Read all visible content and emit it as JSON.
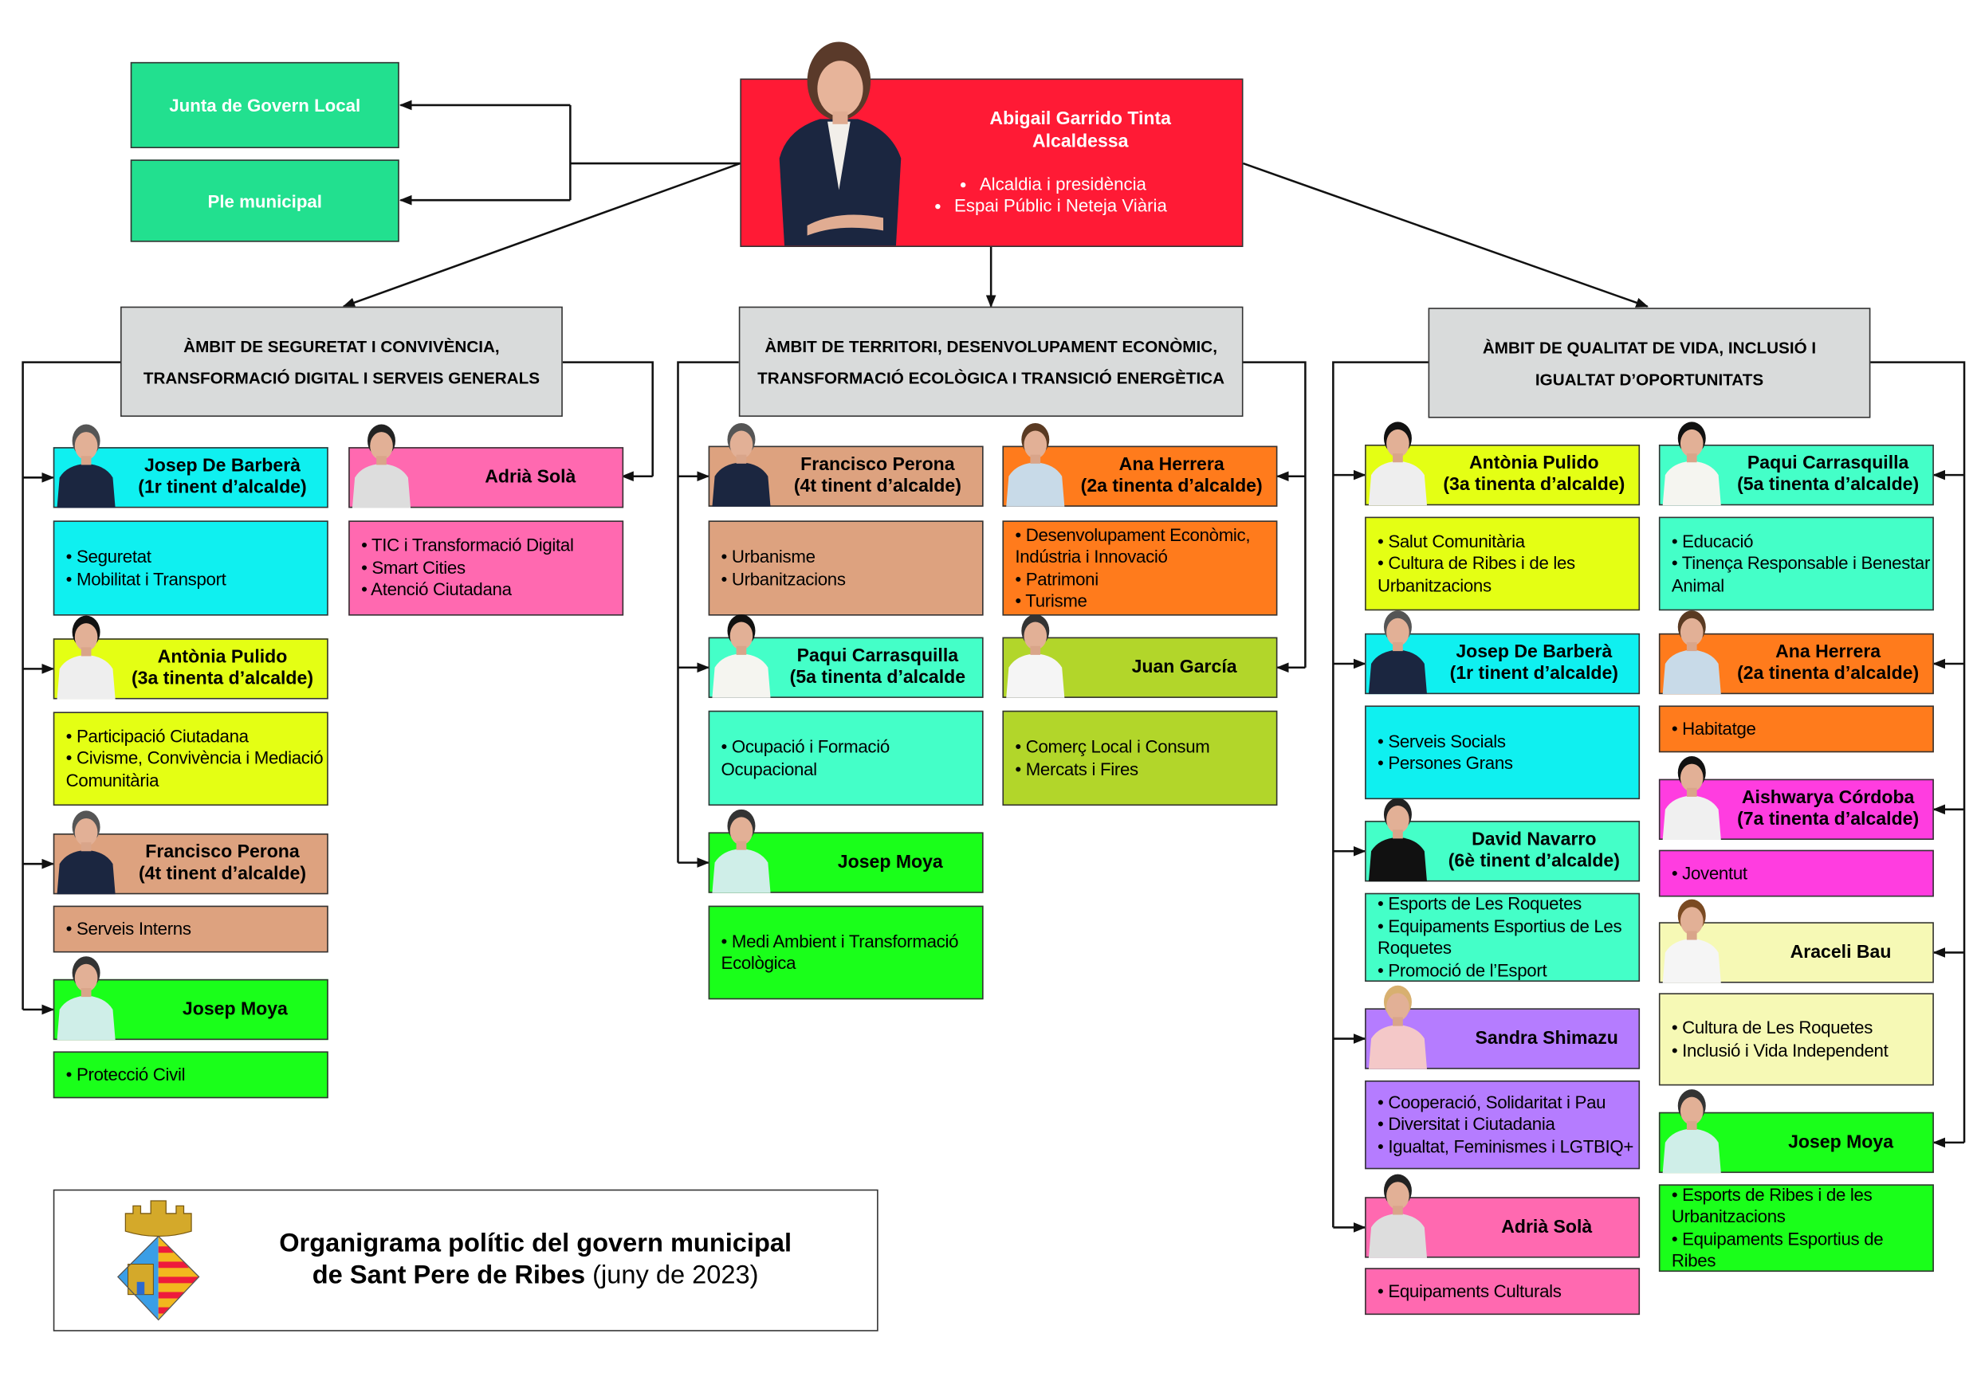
{
  "governance": {
    "junta": "Junta de Govern Local",
    "ple": "Ple municipal"
  },
  "mayor": {
    "name": "Abigail Garrido Tinta",
    "title": "Alcaldessa",
    "duties": [
      "Alcaldia i presidència",
      "Espai Públic i Neteja Viària"
    ]
  },
  "colors": {
    "red": "#ff1a35",
    "cyan": "#0ff0f0",
    "pink": "#ff69b0",
    "yellow": "#e4ff14",
    "tan": "#dda27f",
    "green": "#1aff1a",
    "orange": "#ff7b1c",
    "aqua": "#44ffc8",
    "olive": "#b2d62a",
    "magenta": "#ff3de0",
    "purple": "#b57cff",
    "paleyellow": "#f6f9b5",
    "gray": "#d9dbdb",
    "govgreen": "#22e08f"
  },
  "areas": [
    {
      "title_lines": [
        "ÀMBIT DE SEGURETAT I CONVIVÈNCIA,",
        "TRANSFORMACIÓ DIGITAL I SERVEIS GENERALS"
      ],
      "members": [
        {
          "name": "Josep De Barberà",
          "role": "(1r tinent d’alcalde)",
          "duties": [
            "• Seguretat",
            "• Mobilitat i Transport"
          ]
        },
        {
          "name": "Adrià Solà",
          "role": "",
          "duties": [
            "• TIC i Transformació Digital",
            "• Smart Cities",
            "• Atenció Ciutadana"
          ]
        },
        {
          "name": "Antònia Pulido",
          "role": "(3a tinenta d’alcalde)",
          "duties": [
            "• Participació Ciutadana",
            "• Civisme, Convivència i Mediació Comunitària"
          ]
        },
        {
          "name": "Francisco Perona",
          "role": "(4t tinent d’alcalde)",
          "duties": [
            "• Serveis Interns"
          ]
        },
        {
          "name": "Josep Moya",
          "role": "",
          "duties": [
            "• Protecció Civil"
          ]
        }
      ]
    },
    {
      "title_lines": [
        "ÀMBIT DE TERRITORI, DESENVOLUPAMENT ECONÒMIC,",
        "TRANSFORMACIÓ ECOLÒGICA I TRANSICIÓ ENERGÈTICA"
      ],
      "members": [
        {
          "name": "Francisco Perona",
          "role": "(4t tinent d’alcalde)",
          "duties": [
            "• Urbanisme",
            "• Urbanitzacions"
          ]
        },
        {
          "name": "Ana Herrera",
          "role": "(2a tinenta d’alcalde)",
          "duties": [
            "• Desenvolupament Econòmic, Indústria i Innovació",
            "• Patrimoni",
            "• Turisme"
          ]
        },
        {
          "name": "Paqui Carrasquilla",
          "role": "(5a tinenta d’alcalde",
          "duties": [
            "• Ocupació i Formació Ocupacional"
          ]
        },
        {
          "name": "Juan García",
          "role": "",
          "duties": [
            "• Comerç Local i Consum",
            "• Mercats i Fires"
          ]
        },
        {
          "name": "Josep Moya",
          "role": "",
          "duties": [
            "• Medi Ambient i Transformació Ecològica"
          ]
        }
      ]
    },
    {
      "title_lines": [
        "ÀMBIT DE QUALITAT DE VIDA, INCLUSIÓ I",
        "IGUALTAT D’OPORTUNITATS"
      ],
      "members": [
        {
          "name": "Antònia Pulido",
          "role": "(3a tinenta d’alcalde)",
          "duties": [
            "• Salut Comunitària",
            "• Cultura de Ribes i de les Urbanitzacions"
          ]
        },
        {
          "name": "Paqui Carrasquilla",
          "role": "(5a tinenta d’alcalde)",
          "duties": [
            "• Educació",
            "• Tinença Responsable i Benestar Animal"
          ]
        },
        {
          "name": "Josep De Barberà",
          "role": "(1r tinent d’alcalde)",
          "duties": [
            "• Serveis Socials",
            "• Persones Grans"
          ]
        },
        {
          "name": "Ana Herrera",
          "role": "(2a tinenta d’alcalde)",
          "duties": [
            "• Habitatge"
          ]
        },
        {
          "name": "Aishwarya Córdoba",
          "role": "(7a tinenta d’alcalde)",
          "duties": [
            "• Joventut"
          ]
        },
        {
          "name": "David Navarro",
          "role": "(6è tinent d’alcalde)",
          "duties": [
            "• Esports de Les Roquetes",
            "• Equipaments Esportius de Les Roquetes",
            "• Promoció de l’Esport"
          ]
        },
        {
          "name": "Araceli Bau",
          "role": "",
          "duties": [
            "• Cultura de Les Roquetes",
            "• Inclusió i Vida Independent"
          ]
        },
        {
          "name": "Sandra Shimazu",
          "role": "",
          "duties": [
            "• Cooperació, Solidaritat i Pau",
            "• Diversitat i Ciutadania",
            "• Igualtat, Feminismes i LGTBIQ+"
          ]
        },
        {
          "name": "Josep Moya",
          "role": "",
          "duties": [
            "• Esports de Ribes i de les Urbanitzacions",
            "• Equipaments Esportius de Ribes"
          ]
        },
        {
          "name": "Adrià Solà",
          "role": "",
          "duties": [
            "• Equipaments Culturals"
          ]
        }
      ]
    }
  ],
  "footer": {
    "title_line1": "Organigrama polític del govern municipal",
    "title_line2_bold": "de Sant Pere de Ribes",
    "title_line2_rest": " (juny de 2023)"
  }
}
